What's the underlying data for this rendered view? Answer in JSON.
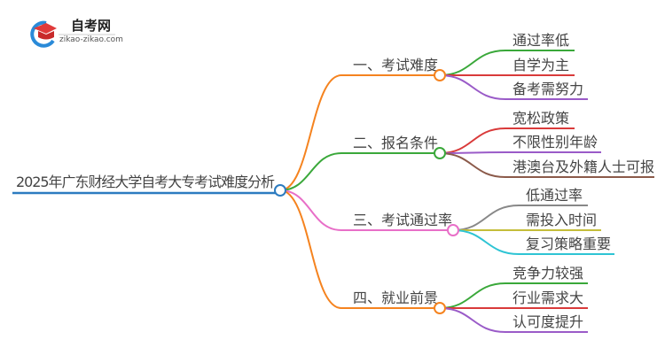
{
  "logo": {
    "title": "自考网",
    "url": "zikao-zikao.com"
  },
  "root": {
    "label": "2025年广东财经大学自考大专考试难度分析",
    "color": "#2c7bc0"
  },
  "branches": [
    {
      "label": "一、考试难度",
      "color": "#f5831f",
      "leaves": [
        {
          "label": "通过率低",
          "color": "#3aa83a"
        },
        {
          "label": "自学为主",
          "color": "#d93a3a"
        },
        {
          "label": "备考需努力",
          "color": "#9a5bc8"
        }
      ]
    },
    {
      "label": "二、报名条件",
      "color": "#3aa83a",
      "leaves": [
        {
          "label": "宽松政策",
          "color": "#d93a3a"
        },
        {
          "label": "不限性别年龄",
          "color": "#9a5bc8"
        },
        {
          "label": "港澳台及外籍人士可报",
          "color": "#8b5a4a"
        }
      ]
    },
    {
      "label": "三、考试通过率",
      "color": "#e86fc8",
      "leaves": [
        {
          "label": "低通过率",
          "color": "#888888"
        },
        {
          "label": "需投入时间",
          "color": "#c4bd3a"
        },
        {
          "label": "复习策略重要",
          "color": "#2ec4d4"
        }
      ]
    },
    {
      "label": "四、就业前景",
      "color": "#f5831f",
      "leaves": [
        {
          "label": "竞争力较强",
          "color": "#3aa83a"
        },
        {
          "label": "行业需求大",
          "color": "#d93a3a"
        },
        {
          "label": "认可度提升",
          "color": "#9a5bc8"
        }
      ]
    }
  ]
}
